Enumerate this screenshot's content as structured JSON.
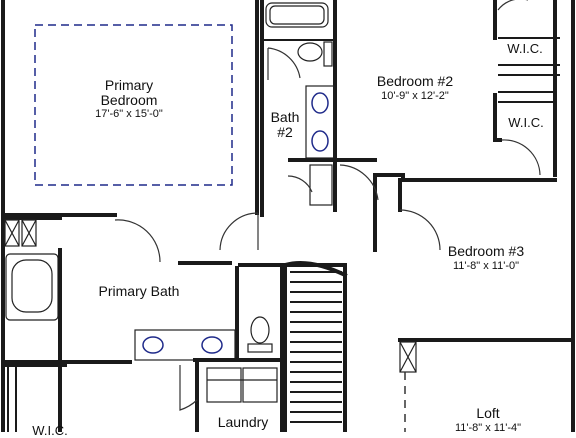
{
  "rooms": {
    "primary_bedroom": {
      "name_line1": "Primary",
      "name_line2": "Bedroom",
      "dims": "17'-6\" x 15'-0\""
    },
    "bedroom2": {
      "name": "Bedroom #2",
      "dims": "10'-9\" x 12'-2\""
    },
    "bath2": {
      "name_line1": "Bath",
      "name_line2": "#2"
    },
    "wic_top": {
      "name": "W.I.C."
    },
    "wic_mid": {
      "name": "W.I.C."
    },
    "bedroom3": {
      "name": "Bedroom #3",
      "dims": "11'-8\" x 11'-0\""
    },
    "primary_bath": {
      "name": "Primary Bath"
    },
    "laundry": {
      "name": "Laundry"
    },
    "loft": {
      "name": "Loft",
      "dims": "11'-8\" x 11'-4\""
    },
    "wic_bottom": {
      "name": "W.I.C."
    }
  }
}
